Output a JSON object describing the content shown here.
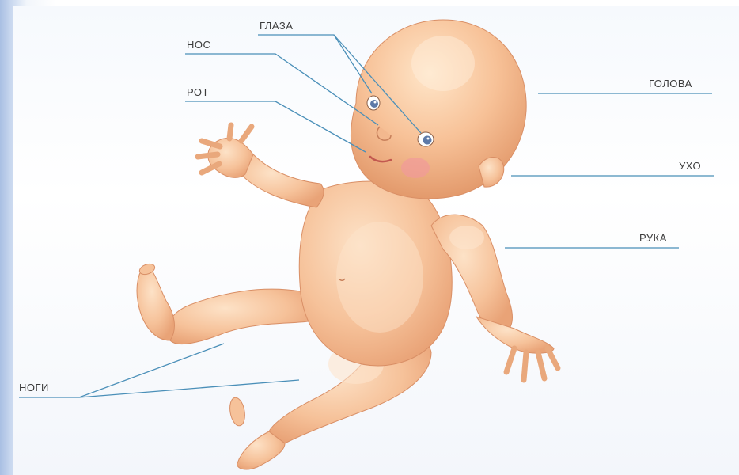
{
  "diagram": {
    "labels": {
      "eyes": "ГЛАЗА",
      "nose": "НОС",
      "mouth": "РОТ",
      "head": "ГОЛОВА",
      "ear": "УХО",
      "arm": "РУКА",
      "legs": "НОГИ"
    },
    "colors": {
      "skin": "#f6c9a0",
      "skin_shadow": "#e9a87c",
      "line": "#4a8fb8",
      "cheek": "#f19a9a"
    }
  }
}
